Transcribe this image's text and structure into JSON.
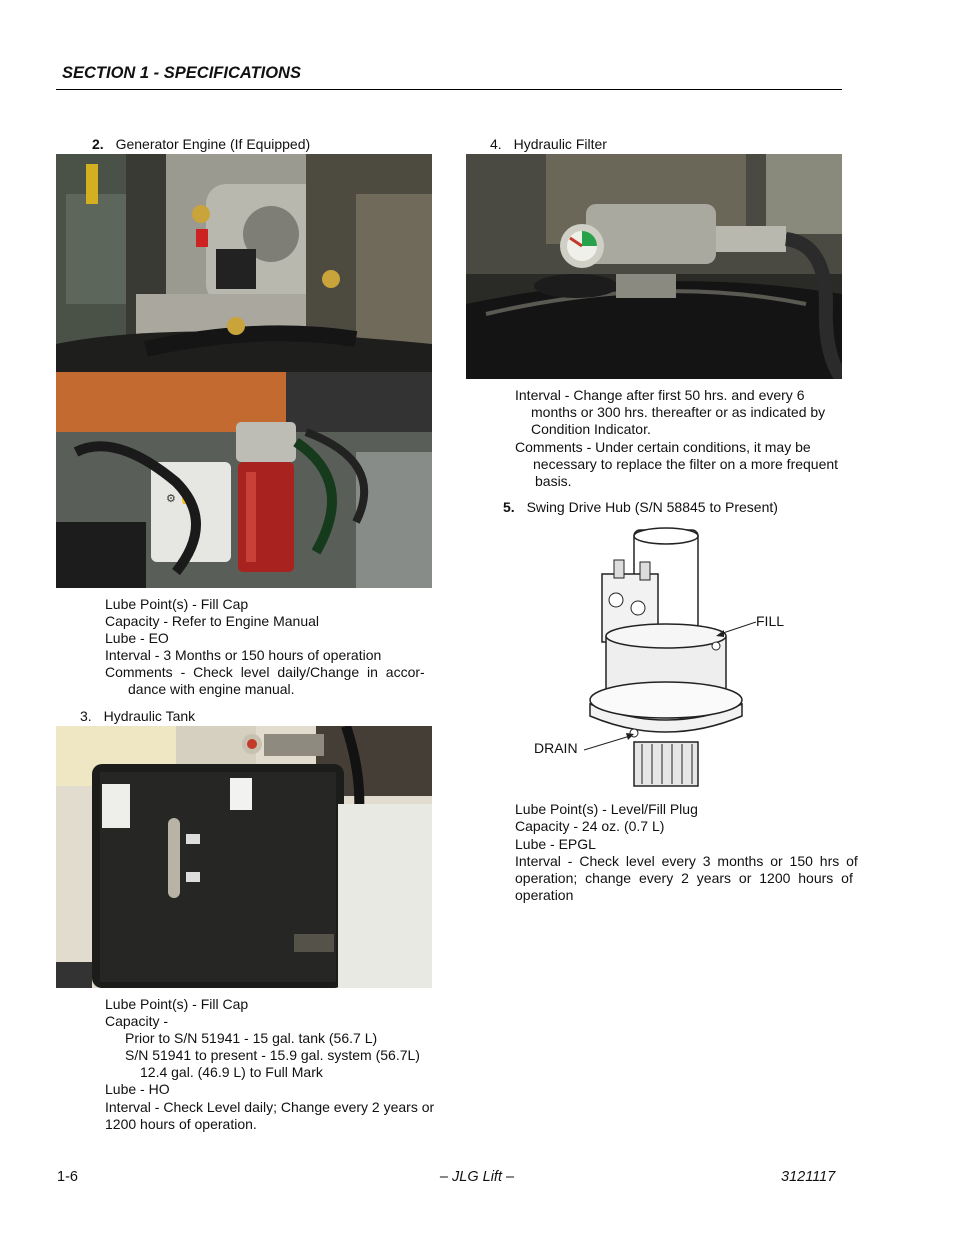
{
  "header": {
    "section_title": "SECTION 1 - SPECIFICATIONS"
  },
  "items": {
    "generator": {
      "number": "2.",
      "title": "Generator Engine (If Equipped)",
      "specs": [
        "Lube Point(s) - Fill Cap",
        "Capacity - Refer to Engine Manual",
        "Lube - EO",
        "Interval - 3 Months or 150 hours of operation"
      ],
      "comments_line1": "Comments - Check level daily/Change in accor-",
      "comments_line2": "dance with engine manual."
    },
    "tank": {
      "number": "3.",
      "title": "Hydraulic Tank",
      "spec1": "Lube Point(s) - Fill Cap",
      "spec2": "Capacity -",
      "spec3": "Prior to S/N 51941 - 15 gal. tank (56.7 L)",
      "spec4": "S/N 51941 to present - 15.9 gal. system (56.7L)",
      "spec5": "12.4 gal. (46.9 L) to Full Mark",
      "spec6": "Lube - HO",
      "spec7": "Interval - Check Level daily; Change every 2 years or",
      "spec8": "1200 hours of operation."
    },
    "filter": {
      "number": "4.",
      "title": "Hydraulic Filter",
      "interval1": "Interval - Change after first 50 hrs. and every 6",
      "interval2": "months or 300 hrs. thereafter or as indicated by",
      "interval3": "Condition Indicator.",
      "comments1": "Comments - Under certain conditions, it may be",
      "comments2": "necessary to replace the filter on a more frequent",
      "comments3": "basis."
    },
    "swing": {
      "number": "5.",
      "title": "Swing Drive Hub (S/N 58845 to Present)",
      "fill_label": "FILL",
      "drain_label": "DRAIN",
      "spec1": "Lube Point(s) - Level/Fill Plug",
      "spec2": "Capacity - 24 oz. (0.7 L)",
      "spec3": "Lube - EPGL",
      "spec4": "Interval - Check level every 3 months or 150 hrs of",
      "spec5": "operation; change every 2 years or 1200 hours of",
      "spec6": "operation"
    }
  },
  "footer": {
    "page_number": "1-6",
    "brand": "– JLG Lift –",
    "doc_number": "3121117"
  }
}
